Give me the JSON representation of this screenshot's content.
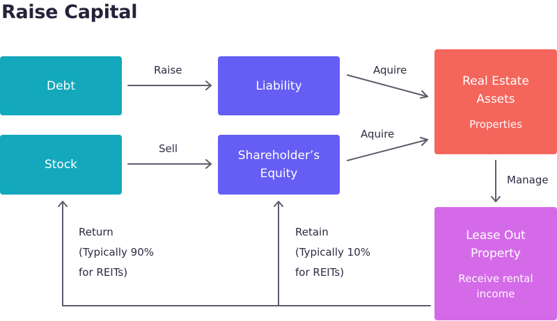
{
  "title": "Raise Capital",
  "nodes": {
    "debt": {
      "label": "Debt"
    },
    "stock": {
      "label": "Stock"
    },
    "liability": {
      "label": "Liability"
    },
    "equity": {
      "label": "Shareholder’s Equity"
    },
    "real_estate": {
      "label": "Real Estate Assets",
      "sub": "Properties"
    },
    "lease": {
      "label": "Lease Out Property",
      "sub": "Receive rental income"
    }
  },
  "edges": {
    "raise": "Raise",
    "sell": "Sell",
    "acquire_1": "Aquire",
    "acquire_2": "Aquire",
    "manage": "Manage",
    "return": {
      "line1": "Return",
      "line2": "(Typically 90%",
      "line3": "for REITs)"
    },
    "retain": {
      "line1": "Retain",
      "line2": "(Typically 10%",
      "line3": "for REITs)"
    }
  },
  "colors": {
    "source": "#13a8bc",
    "capital": "#655df4",
    "assets": "#f4655c",
    "lease": "#d56ae9",
    "arrow": "#5c5b6b"
  }
}
